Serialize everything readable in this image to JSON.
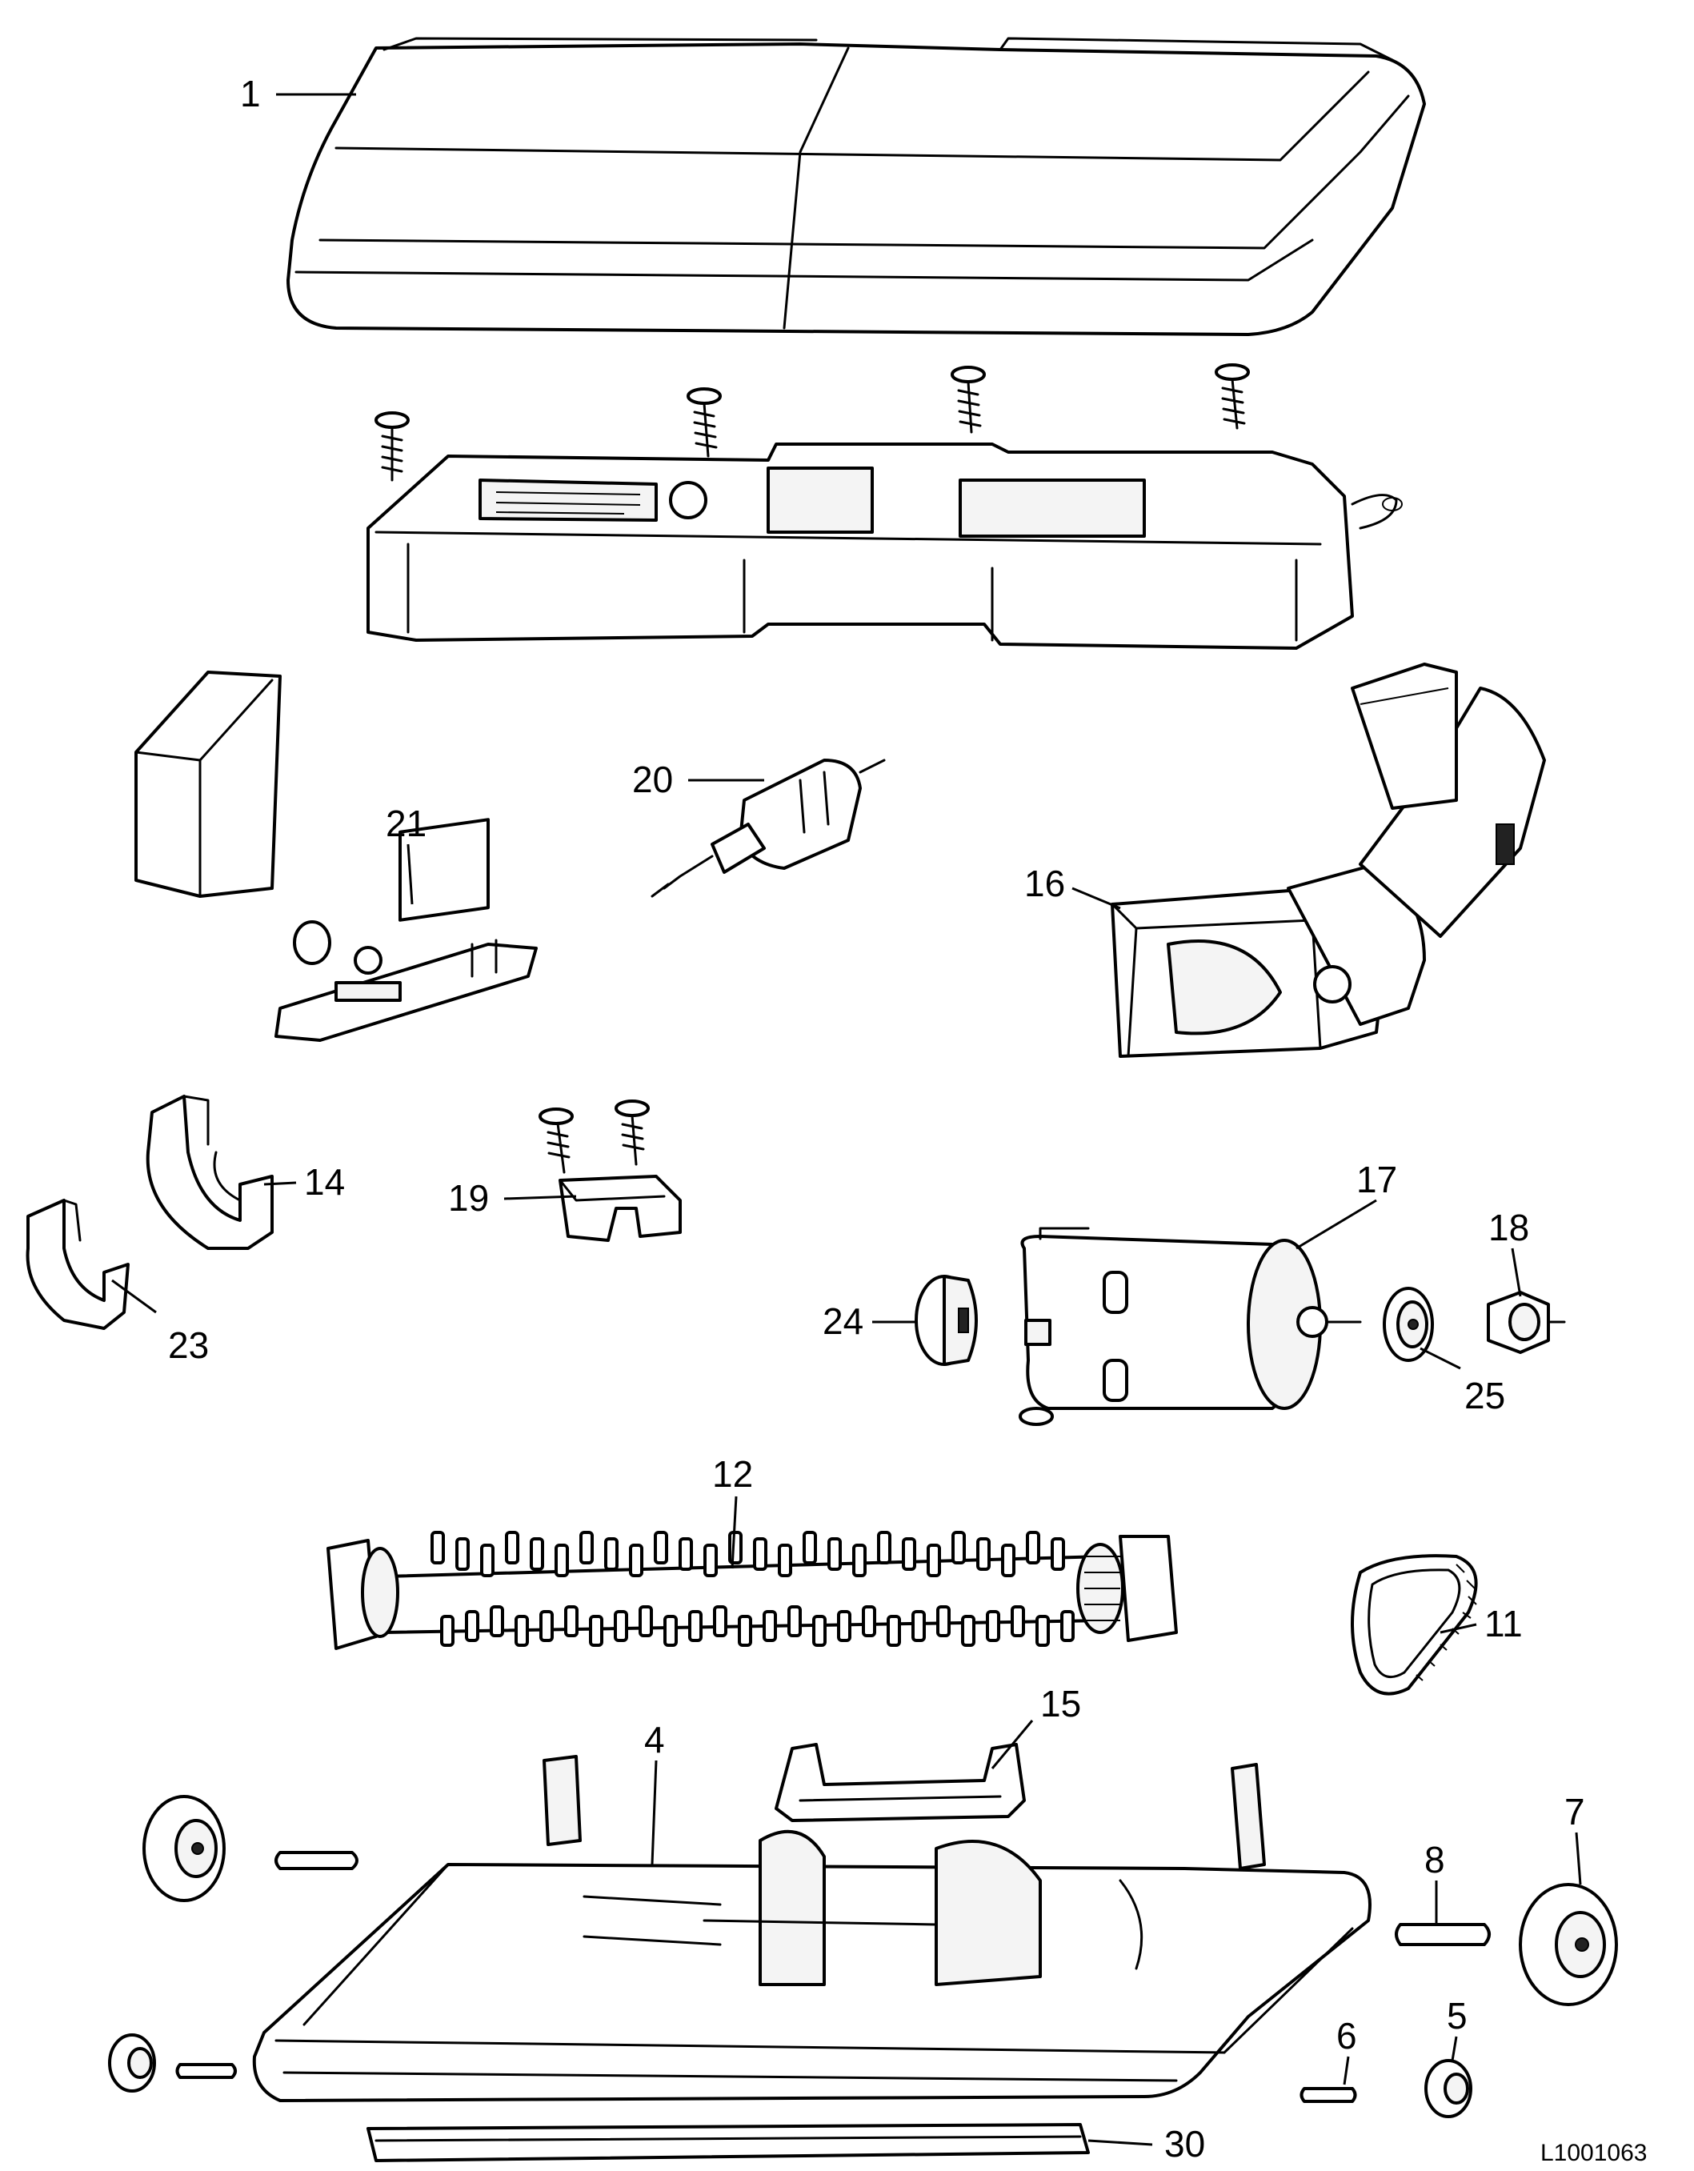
{
  "callouts": {
    "p1": "1",
    "p4": "4",
    "p5": "5",
    "p6": "6",
    "p7": "7",
    "p8": "8",
    "p11": "11",
    "p12": "12",
    "p14": "14",
    "p15": "15",
    "p16": "16",
    "p17": "17",
    "p18": "18",
    "p19": "19",
    "p20": "20",
    "p21": "21",
    "p23": "23",
    "p24": "24",
    "p25": "25",
    "p30": "30"
  },
  "document_id": "L1001063"
}
